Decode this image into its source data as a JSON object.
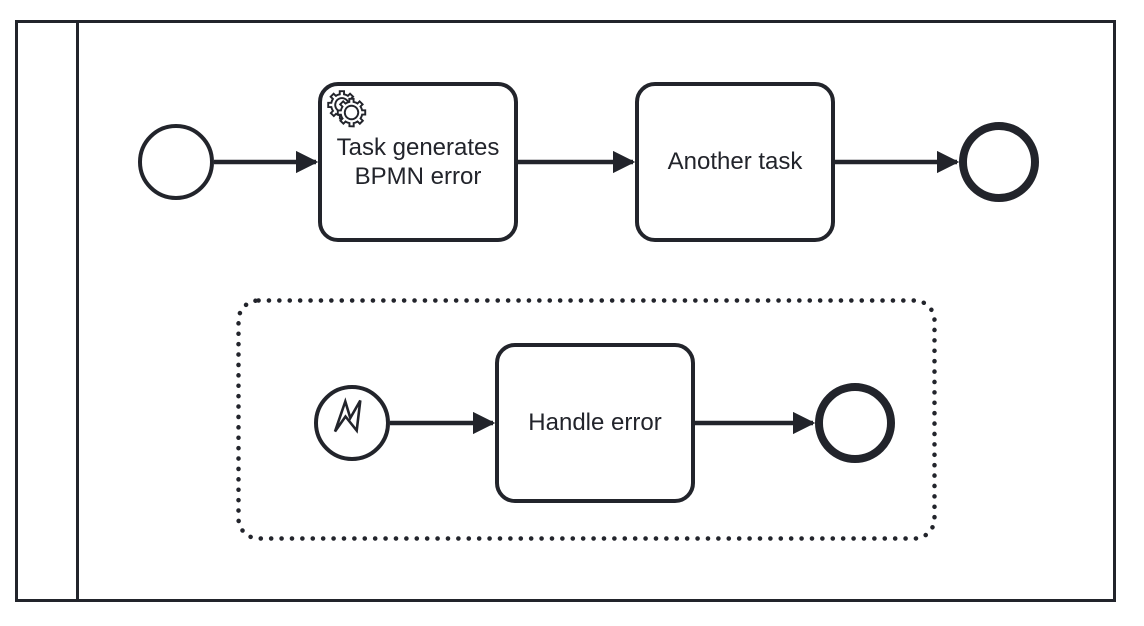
{
  "colors": {
    "stroke": "#22242B",
    "shape_fill": "#FFFFFF",
    "canvas_bg": "#FFFFFF"
  },
  "pool": {
    "label": "",
    "kind": "participant-pool"
  },
  "process": {
    "tasks": [
      {
        "id": "task-service",
        "label": "Task generates BPMN error",
        "type": "service-task",
        "icon": "service-gears-icon"
      },
      {
        "id": "task-another",
        "label": "Another task",
        "type": "task"
      },
      {
        "id": "task-handle-error",
        "label": "Handle error",
        "type": "task"
      }
    ],
    "events": [
      {
        "id": "start-event",
        "type": "start-event",
        "label": ""
      },
      {
        "id": "end-event",
        "type": "end-event",
        "label": ""
      },
      {
        "id": "error-start-event",
        "type": "error-start-event",
        "icon": "error-lightning-icon",
        "label": ""
      },
      {
        "id": "subprocess-end-event",
        "type": "end-event",
        "label": ""
      }
    ],
    "subprocess": {
      "id": "event-subprocess",
      "type": "event-subprocess",
      "border_style": "dotted",
      "label": ""
    },
    "flows": [
      {
        "from": "start-event",
        "to": "task-service"
      },
      {
        "from": "task-service",
        "to": "task-another"
      },
      {
        "from": "task-another",
        "to": "end-event"
      },
      {
        "from": "error-start-event",
        "to": "task-handle-error"
      },
      {
        "from": "task-handle-error",
        "to": "subprocess-end-event"
      }
    ]
  }
}
